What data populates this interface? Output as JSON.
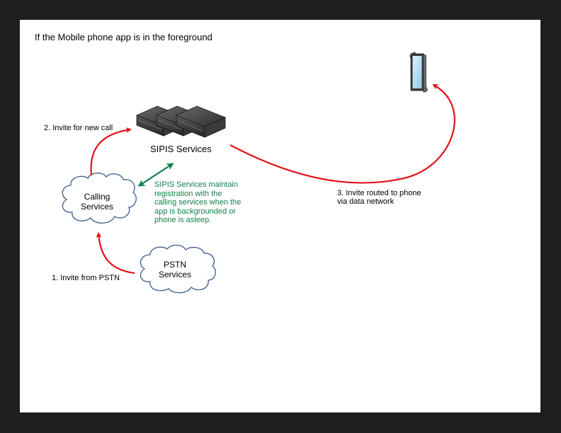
{
  "diagram": {
    "title": "If the Mobile phone app is in the foreground",
    "nodes": {
      "sipis": {
        "label": "SIPIS Services",
        "icon": "server-stack-icon"
      },
      "calling": {
        "label": "Calling\nServices",
        "icon": "cloud-icon"
      },
      "pstn": {
        "label": "PSTN\nServices",
        "icon": "cloud-icon"
      },
      "phone": {
        "label": "",
        "icon": "mobile-phone-icon"
      }
    },
    "steps": {
      "step1": "1. Invite from PSTN",
      "step2": "2. Invite for new call",
      "step3": "3. Invite routed to phone\nvia data network"
    },
    "note": "SIPIS Services maintain\nregistration with the\ncalling services when the\napp is backgrounded or\nphone is asleep.",
    "colors": {
      "flow_arrow": "#e3101a",
      "registration_arrow": "#12804a",
      "cloud_stroke": "#3a5b8c",
      "note_text": "#12804a"
    }
  }
}
